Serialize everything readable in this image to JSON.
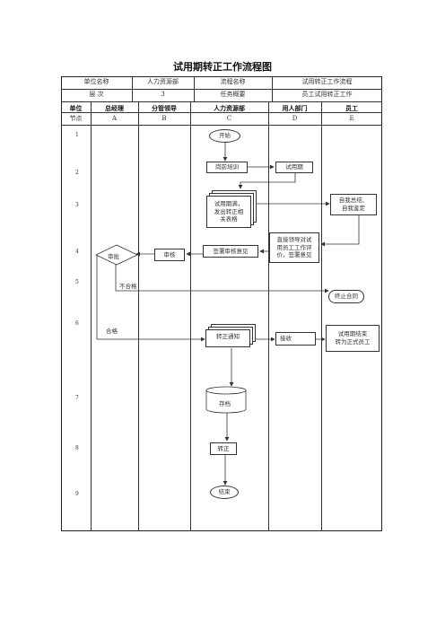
{
  "title": "试用期转正工作流程图",
  "info_rows": [
    {
      "c1": "单位名称",
      "c2": "人力资源部",
      "c3": "流程名称",
      "c4": "试用转正工作流程"
    },
    {
      "c1": "层 次",
      "c2": "3",
      "c3": "任务概要",
      "c4": "员工试用转正工作"
    }
  ],
  "columns": {
    "unit_label": "单位",
    "node_label": "节点",
    "headers": [
      "总经理",
      "分管领导",
      "人力资源部",
      "用人部门",
      "员工"
    ],
    "letters": [
      "A",
      "B",
      "C",
      "D",
      "E"
    ]
  },
  "nodes": [
    "1",
    "2",
    "3",
    "4",
    "5",
    "6",
    "7",
    "8",
    "9"
  ],
  "shapes": {
    "start": "开始",
    "training": "岗前培训",
    "probation": "试用期",
    "probation_end_l1": "试用期满，",
    "probation_end_l2": "发出转正相",
    "probation_end_l3": "关表格",
    "self_eval_l1": "自我总结、",
    "self_eval_l2": "自我鉴定",
    "supervisor_eval_l1": "直接领导对试",
    "supervisor_eval_l2": "用员工工作评",
    "supervisor_eval_l3": "价，签署意见",
    "sign_opinion": "签署审核意见",
    "review": "审核",
    "approve": "审批",
    "terminate": "终止合同",
    "notice": "转正通知",
    "receive": "接收",
    "regular_l1": "试用期结束",
    "regular_l2": "转为正式员工",
    "archive": "存档",
    "confirm": "转正",
    "end": "结束"
  },
  "labels": {
    "fail": "不合格",
    "pass": "合格"
  }
}
